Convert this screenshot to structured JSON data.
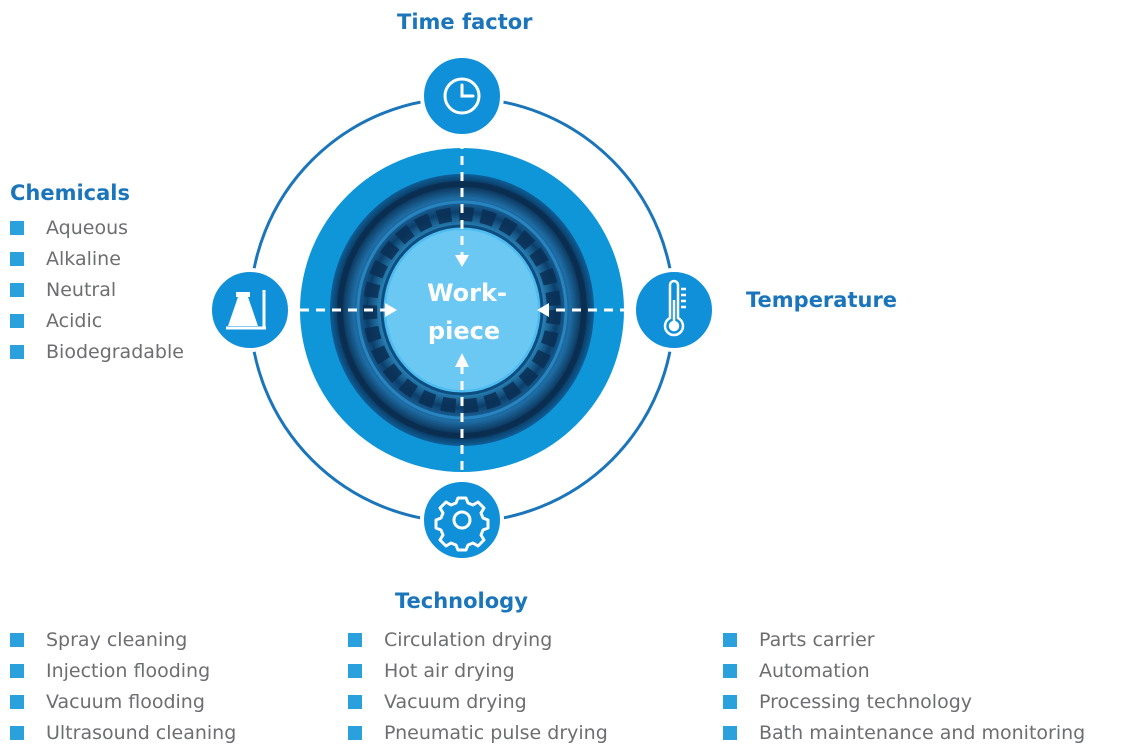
{
  "center_label_line1": "Work-",
  "center_label_line2": "piece",
  "headings": {
    "time": "Time factor",
    "chemicals": "Chemicals",
    "temperature": "Temperature",
    "technology": "Technology"
  },
  "chemicals": [
    "Aqueous",
    "Alkaline",
    "Neutral",
    "Acidic",
    "Biodegradable"
  ],
  "technology_columns": [
    [
      "Spray cleaning",
      "Injection flooding",
      "Vacuum flooding",
      "Ultrasound cleaning"
    ],
    [
      "Circulation drying",
      "Hot air drying",
      "Vacuum drying",
      "Pneumatic pulse drying"
    ],
    [
      "Parts carrier",
      "Automation",
      "Processing technology",
      "Bath maintenance and monitoring"
    ]
  ],
  "icons": {
    "time": "clock-icon",
    "chemicals": "flask-icon",
    "temperature": "thermometer-icon",
    "technology": "gear-icon"
  },
  "colors": {
    "ring": "#1b75bb",
    "disc": "#0f96d9",
    "node": "#1090d8",
    "heading": "#1b75bb",
    "bullet": "#2aa0dd",
    "text": "#6d6e71"
  }
}
